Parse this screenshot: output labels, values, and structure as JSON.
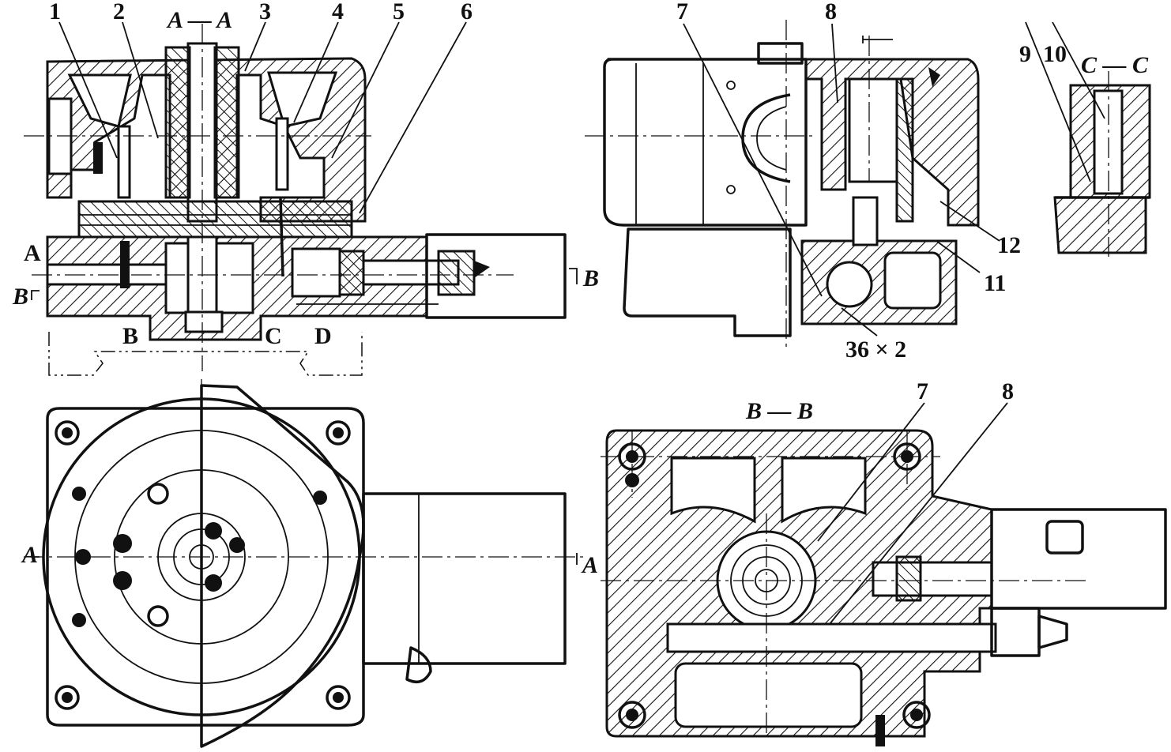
{
  "labels": {
    "part_numbers": [
      "1",
      "2",
      "3",
      "4",
      "5",
      "6",
      "7",
      "8",
      "9",
      "10",
      "11",
      "12"
    ],
    "part_7_bottom": "7",
    "part_8_bottom": "8",
    "section_aa": "A — A",
    "section_bb": "B — B",
    "section_cc": "C — C",
    "port_a": "A",
    "port_b": "B",
    "port_c": "C",
    "port_d": "D",
    "cut_b_left": "B",
    "cut_b_right": "B",
    "cut_a_left": "A",
    "cut_a_right": "A",
    "thread": "36 × 2"
  }
}
